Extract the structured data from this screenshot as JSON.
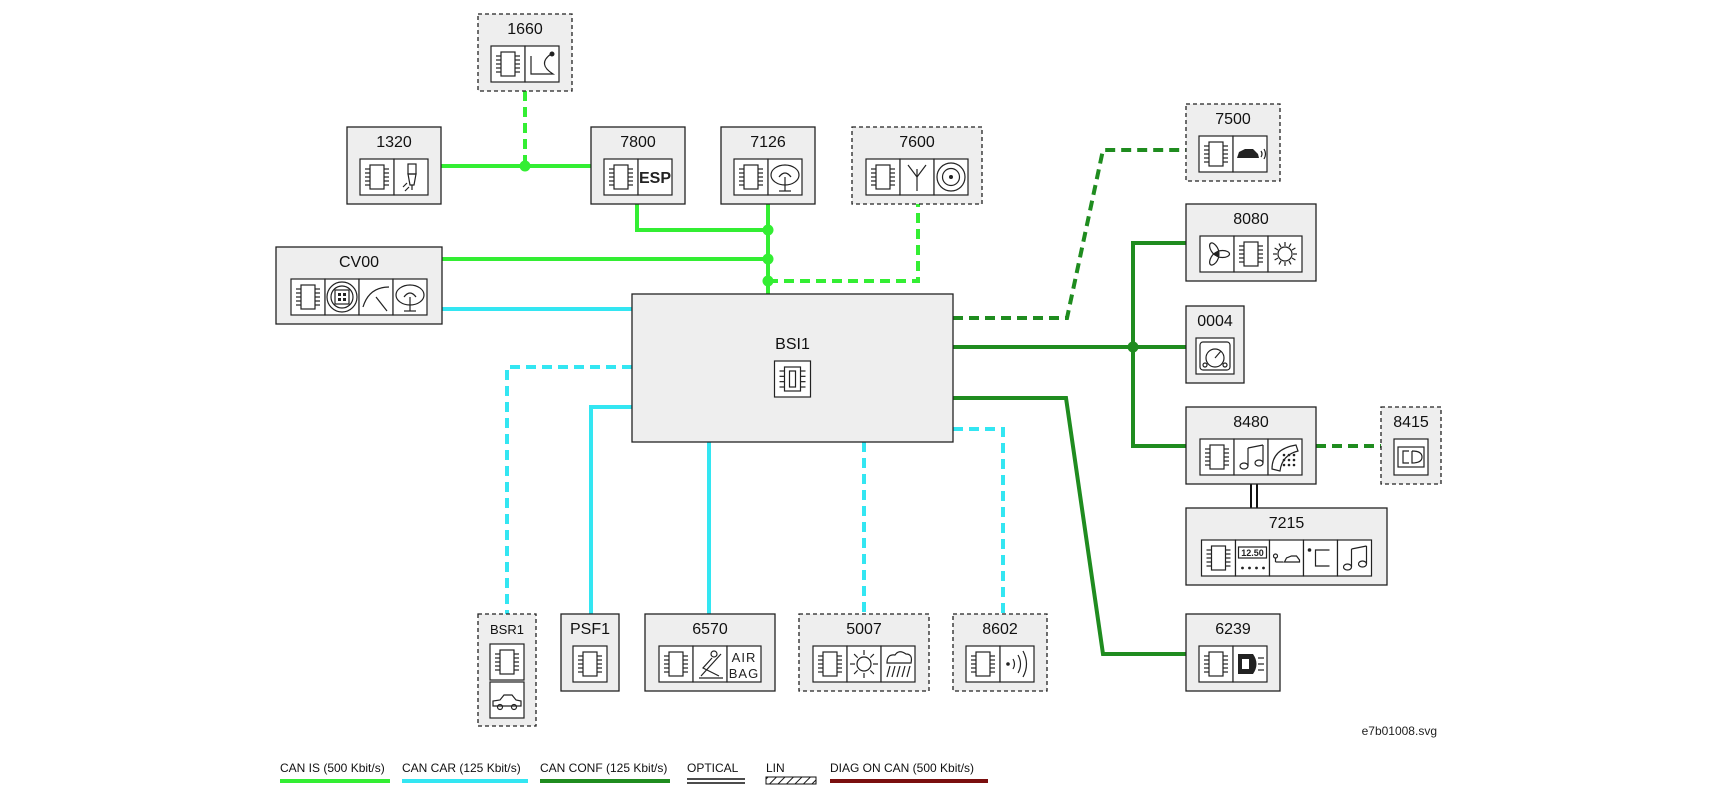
{
  "colors": {
    "can_is": "#33ee33",
    "can_car": "#33e6f2",
    "can_conf": "#1f8c1f",
    "diag": "#7a0e0e",
    "black": "#111111"
  },
  "file_ref": "e7b01008.svg",
  "nodes": [
    {
      "id": "1660",
      "label": "1660",
      "icons": [
        "ecu-chip-icon",
        "horn-icon"
      ],
      "style": "dashed"
    },
    {
      "id": "1320",
      "label": "1320",
      "icons": [
        "ecu-chip-icon",
        "injector-icon"
      ],
      "style": "solid"
    },
    {
      "id": "7800",
      "label": "7800",
      "icons": [
        "ecu-chip-icon",
        "esp-icon"
      ],
      "style": "solid",
      "icon_texts": {
        "esp": "ESP"
      }
    },
    {
      "id": "7126",
      "label": "7126",
      "icons": [
        "ecu-chip-icon",
        "steering-wheel-icon"
      ],
      "style": "solid"
    },
    {
      "id": "7600",
      "label": "7600",
      "icons": [
        "ecu-chip-icon",
        "antenna-icon",
        "disc-drive-icon"
      ],
      "style": "dashed"
    },
    {
      "id": "7500",
      "label": "7500",
      "icons": [
        "ecu-chip-icon",
        "parking-sensor-icon"
      ],
      "style": "dashed"
    },
    {
      "id": "CV00",
      "label": "CV00",
      "icons": [
        "ecu-chip-icon",
        "switch-module-icon",
        "wiper-stalk-icon",
        "steering-wheel-icon"
      ],
      "style": "solid"
    },
    {
      "id": "8080",
      "label": "8080",
      "icons": [
        "fan-icon",
        "ecu-chip-icon",
        "heater-icon"
      ],
      "style": "solid"
    },
    {
      "id": "0004",
      "label": "0004",
      "icons": [
        "instrument-panel-icon"
      ],
      "style": "solid"
    },
    {
      "id": "BSI1",
      "label": "BSI1",
      "icons": [
        "fuse-box-icon"
      ],
      "style": "solid"
    },
    {
      "id": "8480",
      "label": "8480",
      "icons": [
        "ecu-chip-icon",
        "music-note-icon",
        "telephone-icon"
      ],
      "style": "solid"
    },
    {
      "id": "8415",
      "label": "8415",
      "icons": [
        "cd-changer-icon"
      ],
      "style": "dashed"
    },
    {
      "id": "7215",
      "label": "7215",
      "icons": [
        "ecu-chip-icon",
        "multifunction-display-icon",
        "car-trip-icon",
        "climate-icon",
        "music-note-icon"
      ],
      "style": "solid",
      "icon_texts": {
        "display": "12.50"
      }
    },
    {
      "id": "BSR1",
      "label": "BSR1",
      "icons": [
        "ecu-chip-icon",
        "car-icon"
      ],
      "style": "dashed"
    },
    {
      "id": "PSF1",
      "label": "PSF1",
      "icons": [
        "ecu-chip-icon"
      ],
      "style": "solid"
    },
    {
      "id": "6570",
      "label": "6570",
      "icons": [
        "ecu-chip-icon",
        "seatbelt-icon",
        "airbag-icon"
      ],
      "style": "solid",
      "icon_texts": {
        "air": "AIR",
        "bag": "BAG"
      }
    },
    {
      "id": "5007",
      "label": "5007",
      "icons": [
        "ecu-chip-icon",
        "sun-sensor-icon",
        "rain-sensor-icon"
      ],
      "style": "dashed"
    },
    {
      "id": "8602",
      "label": "8602",
      "icons": [
        "ecu-chip-icon",
        "alarm-sensor-icon"
      ],
      "style": "dashed"
    },
    {
      "id": "6239",
      "label": "6239",
      "icons": [
        "ecu-chip-icon",
        "headlamp-icon"
      ],
      "style": "solid"
    }
  ],
  "legend": [
    {
      "key": "can_is",
      "label": "CAN IS (500 Kbit/s)",
      "color": "#33ee33",
      "pattern": "solid"
    },
    {
      "key": "can_car",
      "label": "CAN CAR (125 Kbit/s)",
      "color": "#33e6f2",
      "pattern": "solid"
    },
    {
      "key": "can_conf",
      "label": "CAN CONF (125 Kbit/s)",
      "color": "#1f8c1f",
      "pattern": "solid"
    },
    {
      "key": "optical",
      "label": "OPTICAL",
      "color": "#111111",
      "pattern": "double"
    },
    {
      "key": "lin",
      "label": "LIN",
      "color": "#111111",
      "pattern": "hatched"
    },
    {
      "key": "diag",
      "label": "DIAG ON CAN  (500 Kbit/s)",
      "color": "#7a0e0e",
      "pattern": "solid"
    }
  ]
}
